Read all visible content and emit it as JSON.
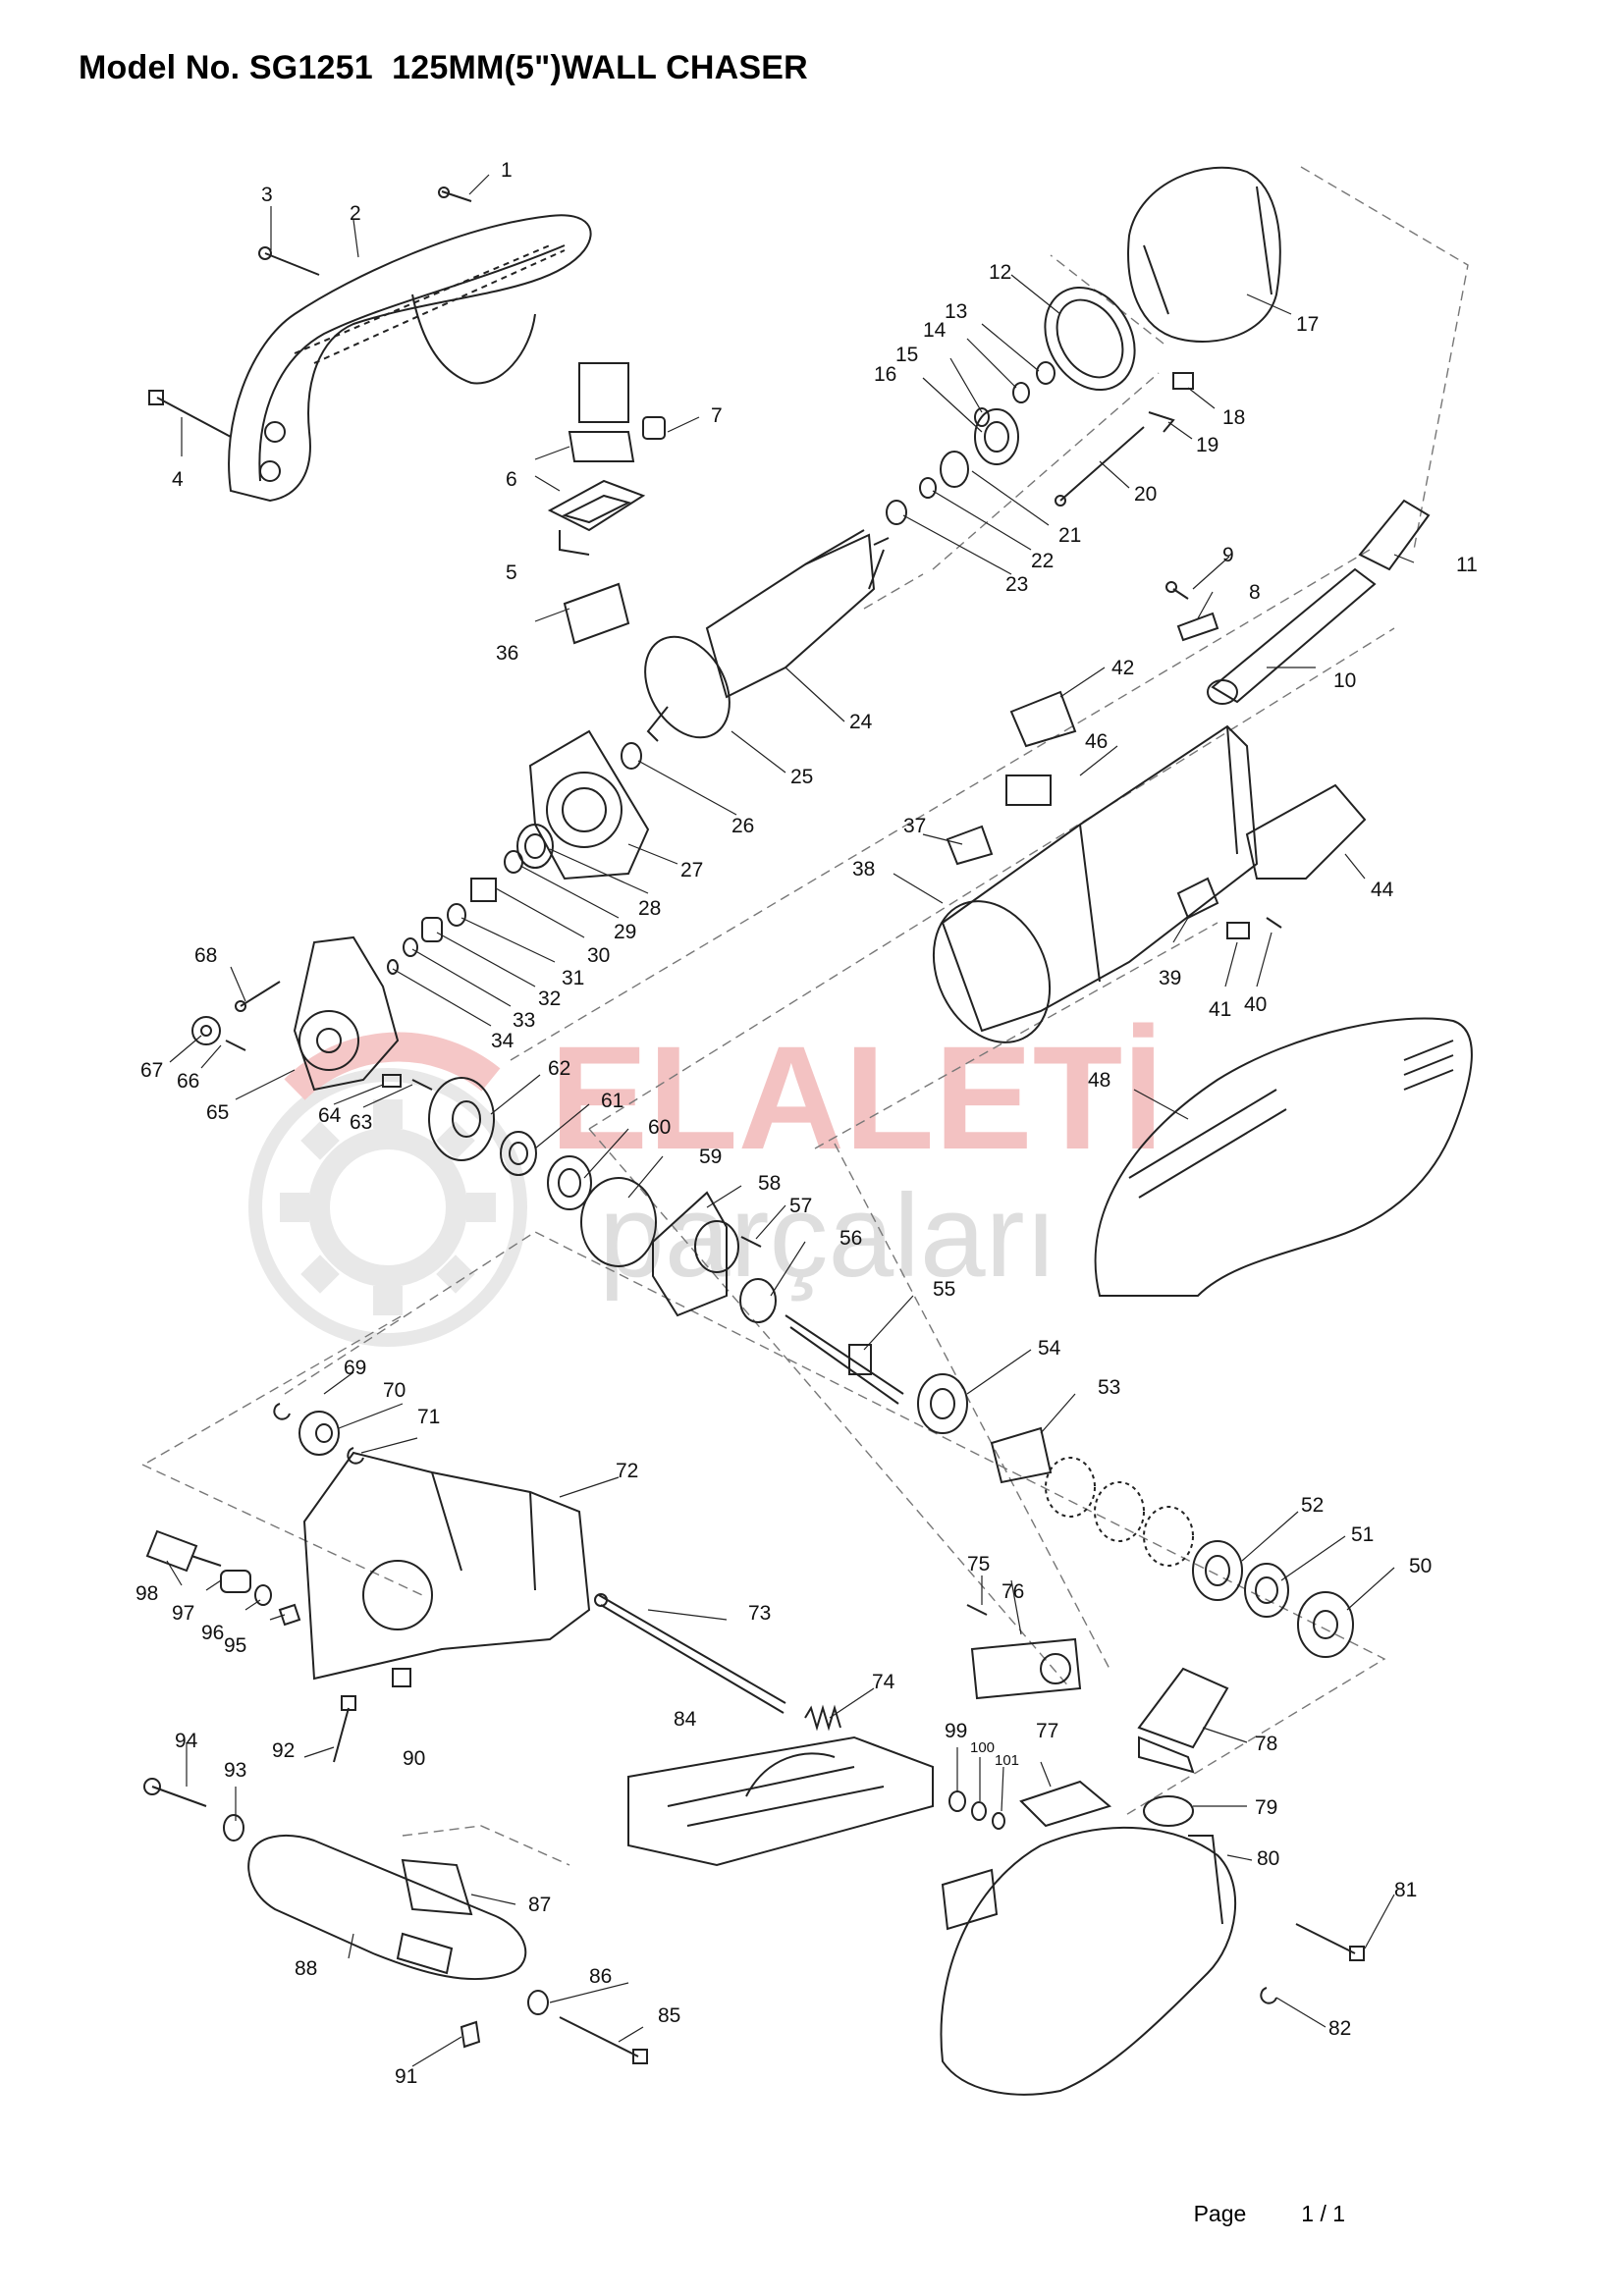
{
  "title": "Model No. SG1251  125MM(5\")WALL CHASER",
  "footer": {
    "page_label": "Page",
    "page_number": "1 / 1"
  },
  "watermark": {
    "line1": "ELALETİ",
    "line2": "parçaları",
    "color_main": "#e9a7a7",
    "color_gear": "#d4d4d4"
  },
  "part_numbers": [
    "1",
    "2",
    "3",
    "4",
    "5",
    "6",
    "7",
    "8",
    "9",
    "10",
    "11",
    "12",
    "13",
    "14",
    "15",
    "16",
    "17",
    "18",
    "19",
    "20",
    "21",
    "22",
    "23",
    "24",
    "25",
    "26",
    "27",
    "28",
    "29",
    "30",
    "31",
    "32",
    "33",
    "34",
    "36",
    "37",
    "38",
    "39",
    "40",
    "41",
    "42",
    "44",
    "46",
    "48",
    "50",
    "51",
    "52",
    "53",
    "54",
    "55",
    "56",
    "57",
    "58",
    "59",
    "60",
    "61",
    "62",
    "63",
    "64",
    "65",
    "66",
    "67",
    "68",
    "69",
    "70",
    "71",
    "72",
    "73",
    "74",
    "75",
    "76",
    "77",
    "78",
    "79",
    "80",
    "81",
    "82",
    "84",
    "85",
    "86",
    "87",
    "88",
    "90",
    "91",
    "92",
    "93",
    "94",
    "95",
    "96",
    "97",
    "98",
    "99",
    "100",
    "101"
  ]
}
